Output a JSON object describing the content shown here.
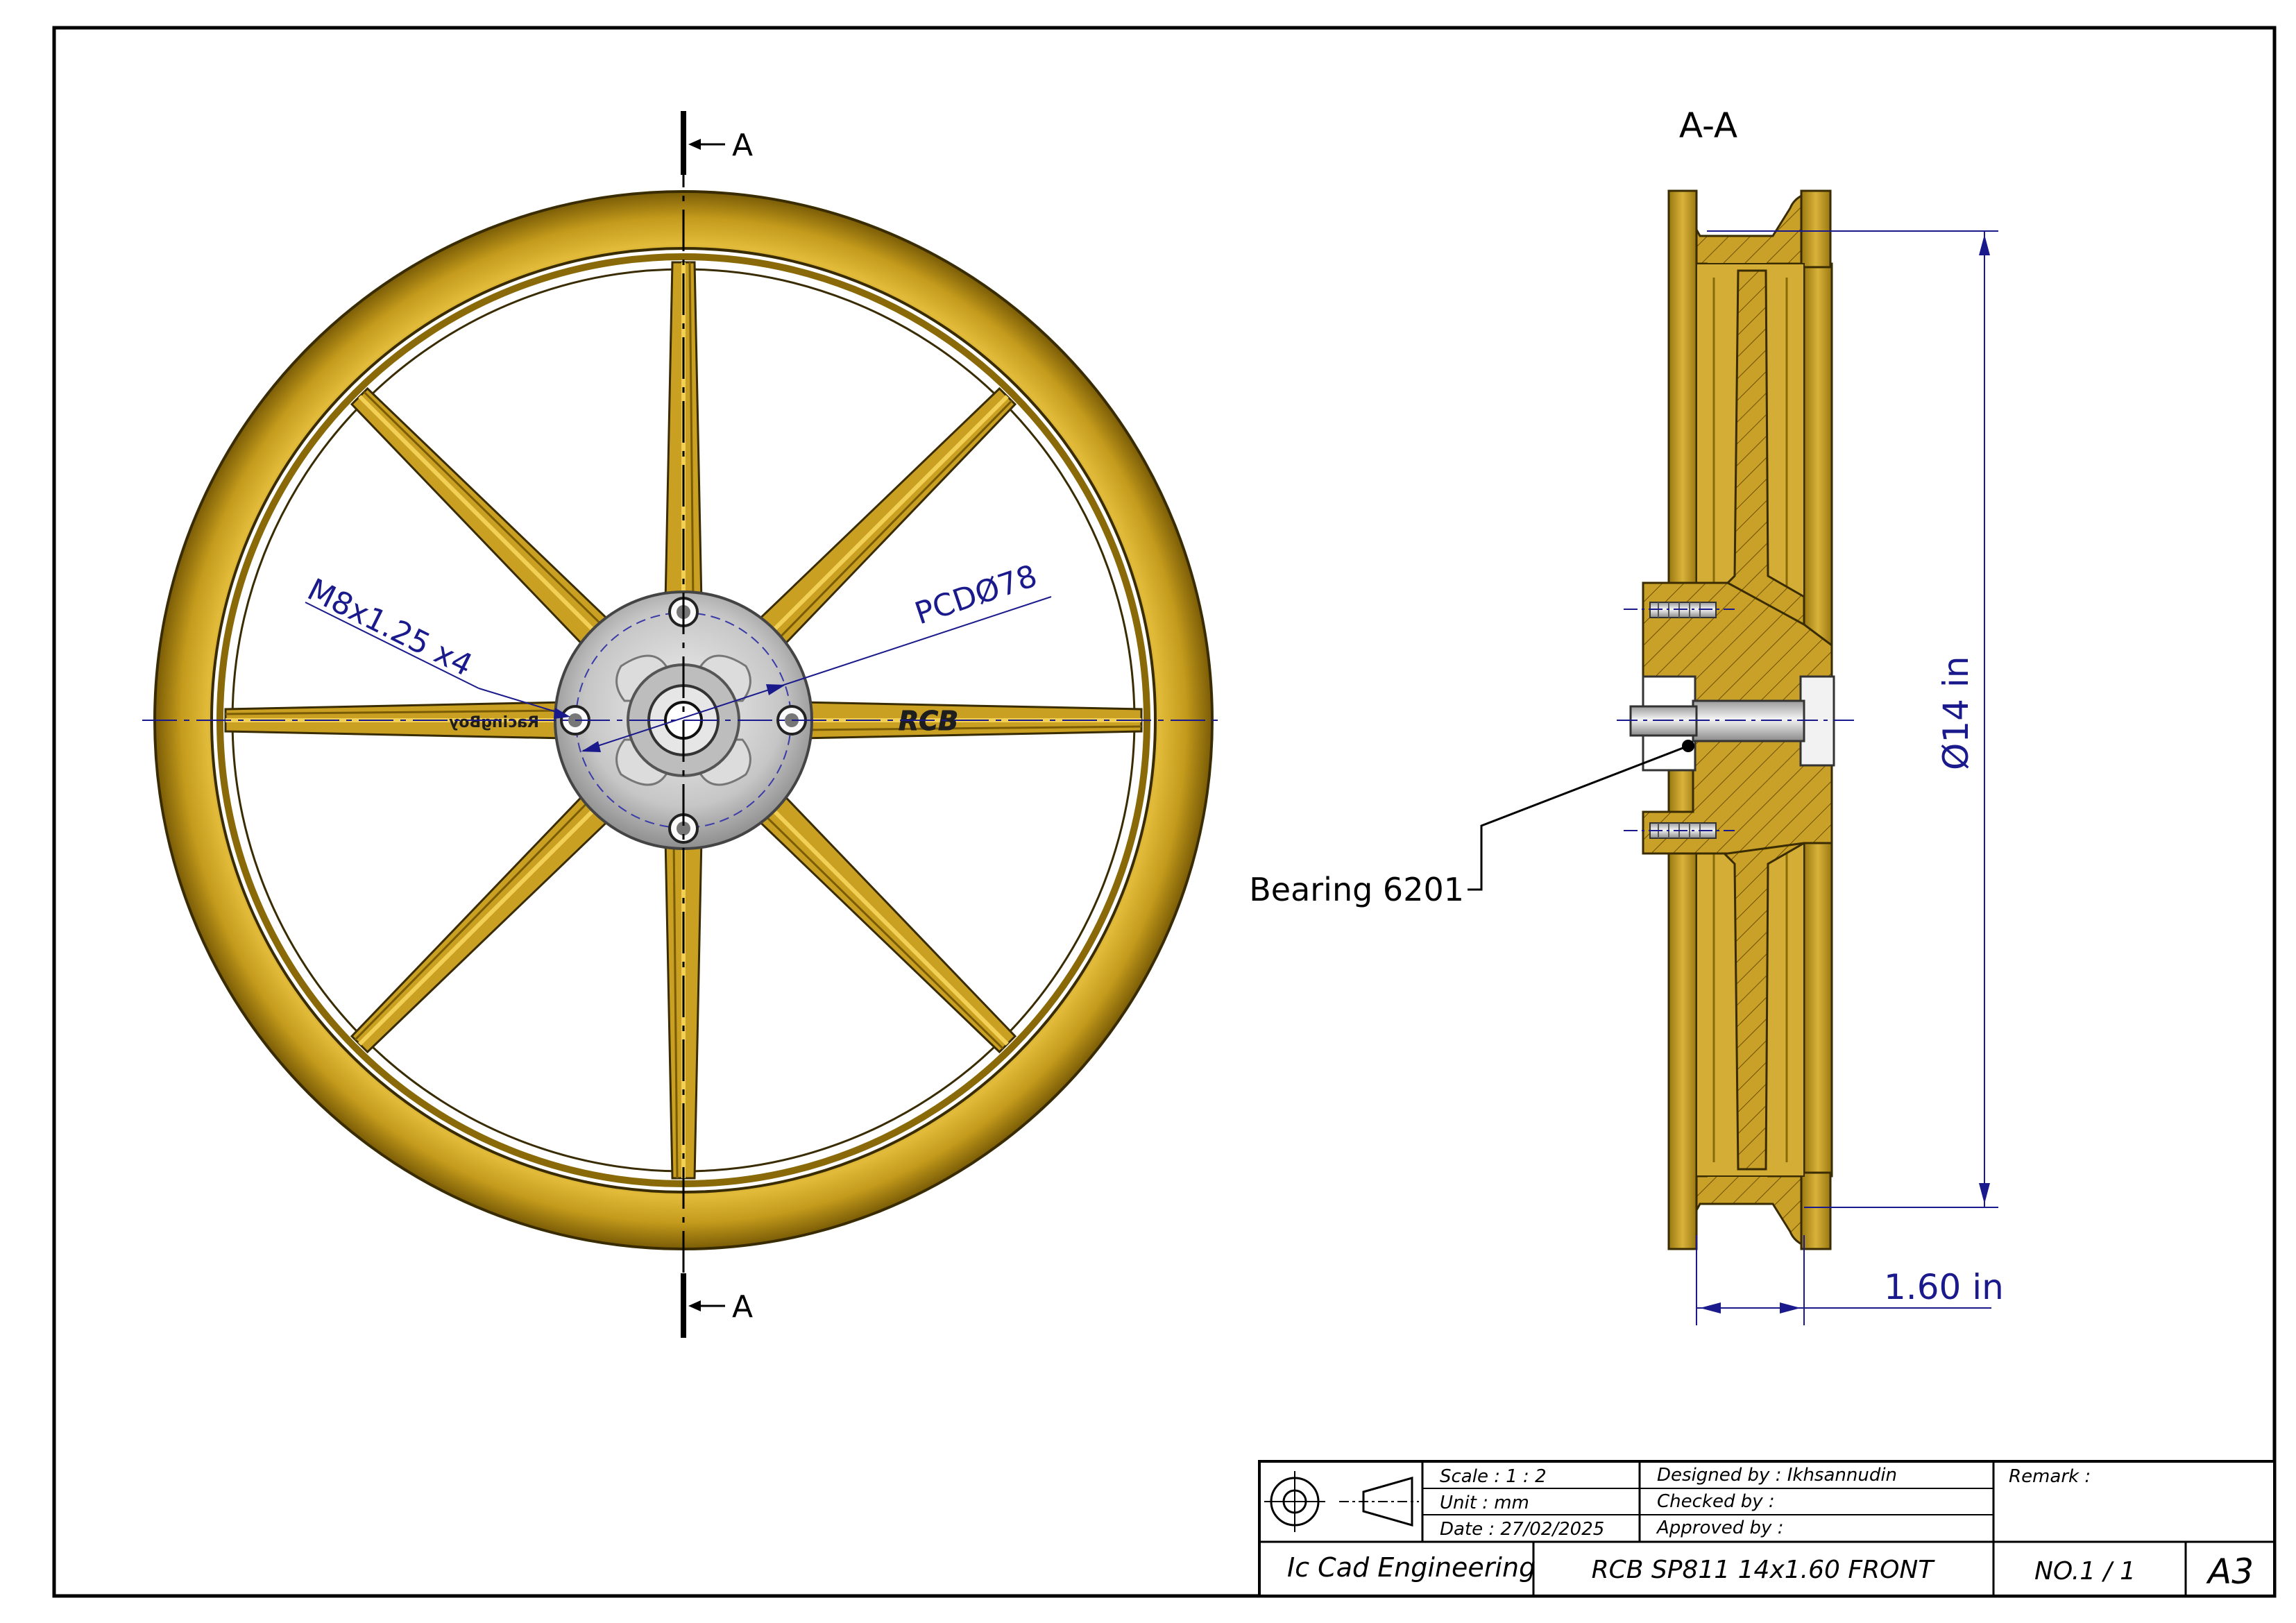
{
  "section": {
    "cut_label_top": "A",
    "cut_label_bottom": "A",
    "view_title": "A-A"
  },
  "dimensions": {
    "thread": "M8x1.25 x4",
    "pcd": "PCDØ78",
    "diameter": "Ø14 in",
    "width": "1.60 in",
    "bearing": "Bearing 6201"
  },
  "logos": {
    "spoke_logo": "RCB",
    "spoke_text": "RacingBoy"
  },
  "title_block": {
    "scale": "Scale : 1 : 2",
    "unit": "Unit   : mm",
    "date": "Date  : 27/02/2025",
    "designed_by": "Designed by  : Ikhsannudin",
    "checked_by": "Checked by   :",
    "approved_by": "Approved by  :",
    "remark": "Remark :",
    "company": "Ic Cad Engineering",
    "drawing_title": "RCB SP811 14x1.60 FRONT",
    "sheet_no": "NO.1 / 1",
    "paper_size": "A3"
  },
  "icons": [
    "first-angle-projection-icon"
  ],
  "colors": {
    "rim_gold": "#c9a021",
    "rim_dark": "#8a6a08",
    "hub_silver": "#c8c8c8",
    "dimension_blue": "#1a1a8c",
    "border": "#000000"
  }
}
